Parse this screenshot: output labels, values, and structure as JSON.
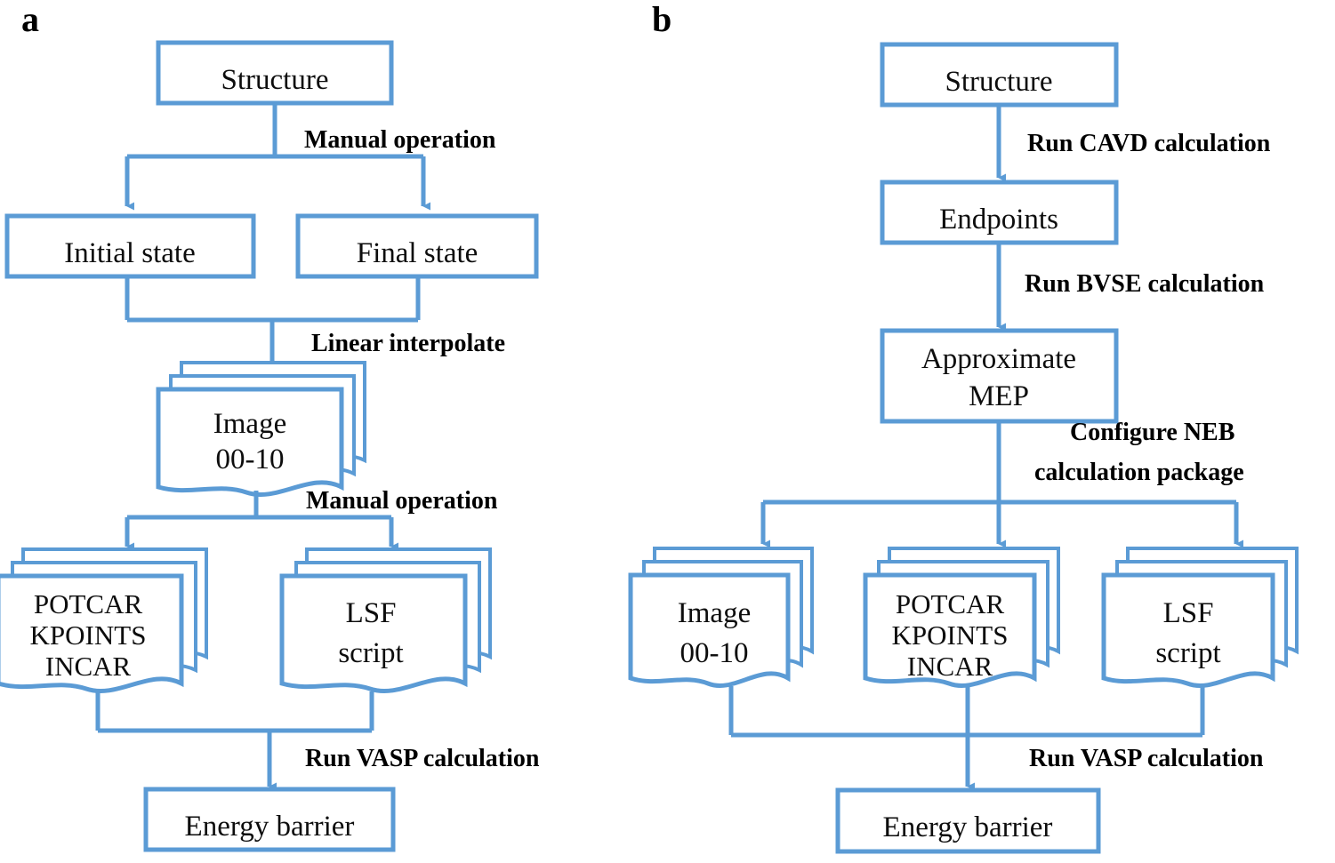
{
  "figure": {
    "type": "flowchart",
    "accent_color": "#5B9BD5",
    "text_color": "#0D0D0D",
    "background": "#FFFFFF"
  },
  "panels": [
    {
      "id": "a",
      "letter": "a",
      "nodes": {
        "structure": "Structure",
        "initial_state": "Initial state",
        "final_state": "Final state",
        "image_line1": "Image",
        "image_line2": "00-10",
        "potcar_line1": "POTCAR",
        "potcar_line2": "KPOINTS",
        "potcar_line3": "INCAR",
        "lsf_line1": "LSF",
        "lsf_line2": "script",
        "energy_barrier": "Energy barrier"
      },
      "edges": {
        "manual_operation_1": "Manual operation",
        "linear_interpolate": "Linear interpolate",
        "manual_operation_2": "Manual operation",
        "run_vasp": "Run VASP calculation"
      }
    },
    {
      "id": "b",
      "letter": "b",
      "nodes": {
        "structure": "Structure",
        "endpoints": "Endpoints",
        "approx_mep_line1": "Approximate",
        "approx_mep_line2": "MEP",
        "image_line1": "Image",
        "image_line2": "00-10",
        "potcar_line1": "POTCAR",
        "potcar_line2": "KPOINTS",
        "potcar_line3": "INCAR",
        "lsf_line1": "LSF",
        "lsf_line2": "script",
        "energy_barrier": "Energy barrier"
      },
      "edges": {
        "run_cavd": "Run CAVD calculation",
        "run_bvse": "Run BVSE calculation",
        "configure_neb_line1": "Configure NEB",
        "configure_neb_line2": "calculation package",
        "run_vasp": "Run VASP calculation"
      }
    }
  ]
}
